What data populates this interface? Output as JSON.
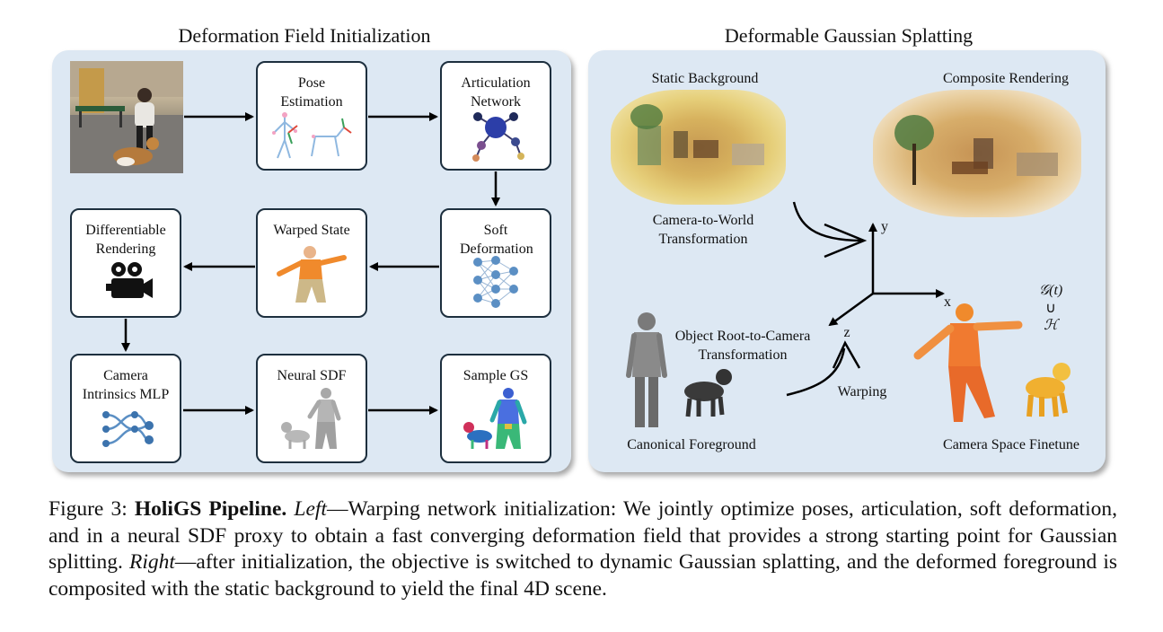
{
  "left_panel": {
    "title": "Deformation Field Initialization",
    "boxes": {
      "pose": "Pose Estimation",
      "articulation": "Articulation Network",
      "soft": "Soft Deformation",
      "warped": "Warped State",
      "diffrender": "Differentiable Rendering",
      "camera_mlp": "Camera Intrinsics MLP",
      "neural_sdf": "Neural SDF",
      "sample_gs": "Sample GS"
    }
  },
  "right_panel": {
    "title": "Deformable Gaussian Splatting",
    "static_background": "Static Background",
    "composite_rendering": "Composite Rendering",
    "camera_to_world": "Camera-to-World Transformation",
    "object_root": "Object Root-to-Camera Transformation",
    "warping": "Warping",
    "canonical_foreground": "Canonical Foreground",
    "camera_space_finetune": "Camera Space Finetune",
    "axis_x": "x",
    "axis_y": "y",
    "axis_z": "z",
    "formula_g": "𝒢(t)",
    "formula_union": "∪",
    "formula_h": "ℋ"
  },
  "caption": {
    "prefix": "Figure 3: ",
    "bold": "HoliGS Pipeline.",
    "left_italic": "Left",
    "left_text": "—Warping network initialization: We jointly optimize poses, articulation, soft deformation, and in a neural SDF proxy to obtain a fast converging deformation field that provides a strong starting point for Gaussian splitting. ",
    "right_italic": "Right",
    "right_text": "—after initialization, the objective is switched to dynamic Gaussian splatting, and the deformed foreground is composited with the static background to yield the final 4D scene."
  },
  "colors": {
    "panel": "#dde8f3",
    "box_border": "#1d2f3e",
    "node_blue": "#5b8fc4",
    "human_orange": "#f08a2c"
  }
}
